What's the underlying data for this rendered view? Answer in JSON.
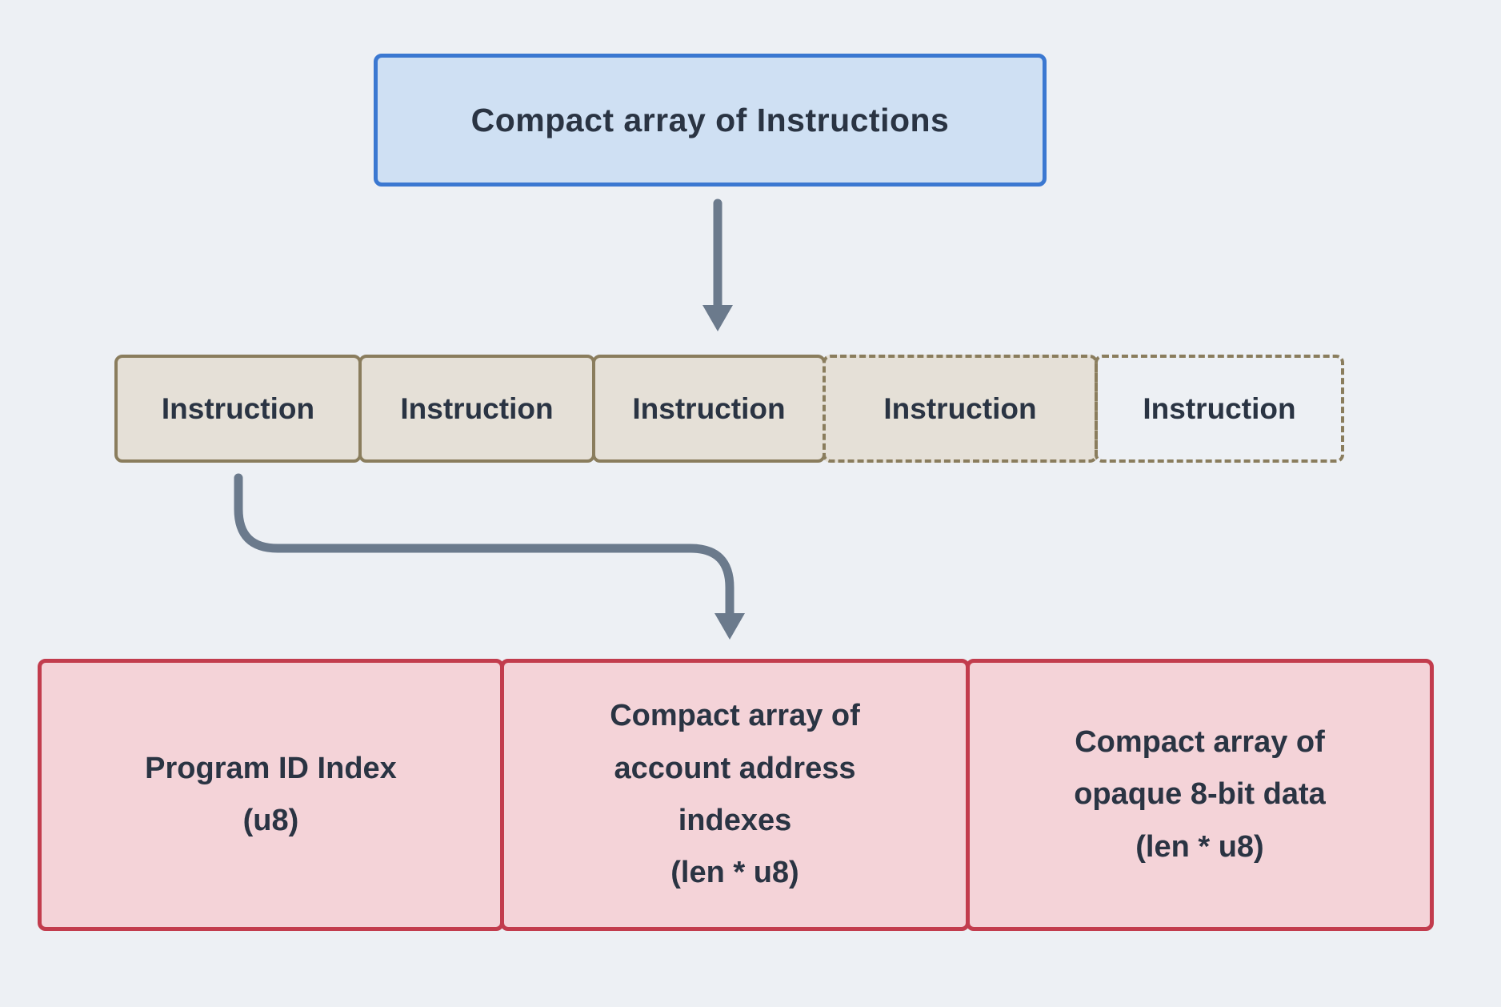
{
  "title_box": {
    "label": "Compact array of Instructions"
  },
  "instruction_row": {
    "boxes": [
      {
        "label": "Instruction",
        "style": "solid"
      },
      {
        "label": "Instruction",
        "style": "solid"
      },
      {
        "label": "Instruction",
        "style": "solid"
      },
      {
        "label": "Instruction",
        "style": "dashed"
      },
      {
        "label": "Instruction",
        "style": "dashed-empty"
      }
    ]
  },
  "detail_row": {
    "boxes": [
      {
        "label": "Program ID Index\n(u8)"
      },
      {
        "label": "Compact array of\naccount address\nindexes\n(len * u8)"
      },
      {
        "label": "Compact array of\nopaque 8-bit data\n(len * u8)"
      }
    ]
  },
  "icons": {
    "top_arrow": "down-arrow",
    "branch_arrow": "elbow-down-arrow"
  },
  "theme": {
    "bg": "#edf0f4",
    "ink": "#2a3443",
    "blue-border": "#3b78d1",
    "blue-fill": "#cfe0f3",
    "tan-border": "#8a7d5d",
    "tan-fill": "#e5e0d7",
    "red-border": "#c23c4d",
    "pink-fill": "#f4d3d8",
    "arrow": "#6b7a8c"
  }
}
